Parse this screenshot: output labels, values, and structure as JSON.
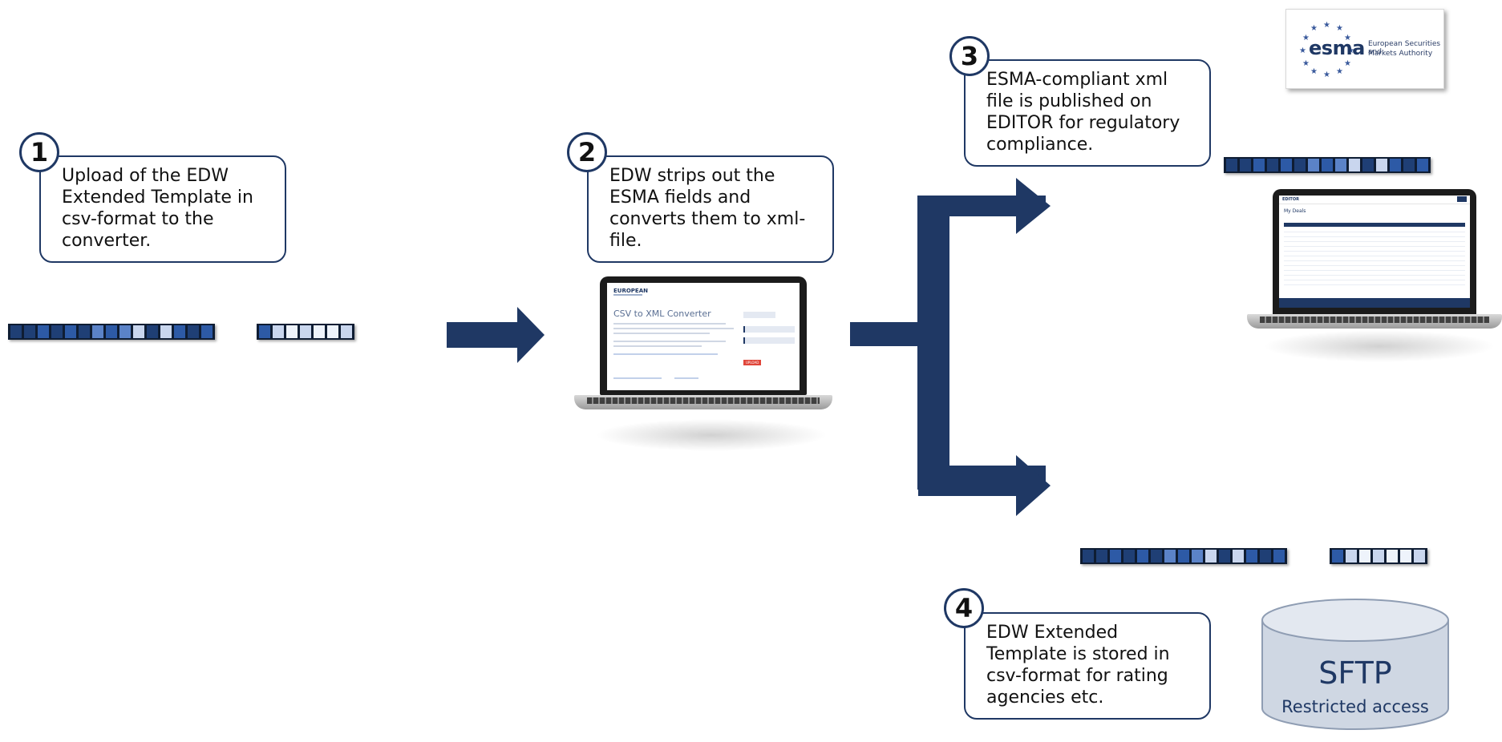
{
  "steps": [
    {
      "number": "1",
      "text": "Upload of the EDW Extended Template in csv-format to the converter."
    },
    {
      "number": "2",
      "text": "EDW strips out the ESMA fields and converts them to xml-file."
    },
    {
      "number": "3",
      "text": "ESMA-compliant xml file is published on EDITOR for regulatory compliance."
    },
    {
      "number": "4",
      "text": "EDW Extended Template is stored in csv-format for rating agencies etc."
    }
  ],
  "converter_screen": {
    "brand": "EUROPEAN",
    "title": "CSV to XML Converter",
    "upload_button": "UPLOAD"
  },
  "editor_screen": {
    "brand": "EDITOR",
    "heading": "My Deals"
  },
  "esma_logo": {
    "acronym": "esma",
    "name_line1": "European Securities and",
    "name_line2": "Markets Authority"
  },
  "sftp": {
    "title": "SFTP",
    "subtitle": "Restricted access"
  },
  "colors": {
    "navy": "#1f3864",
    "text": "#111111",
    "red_button": "#e0463a"
  }
}
